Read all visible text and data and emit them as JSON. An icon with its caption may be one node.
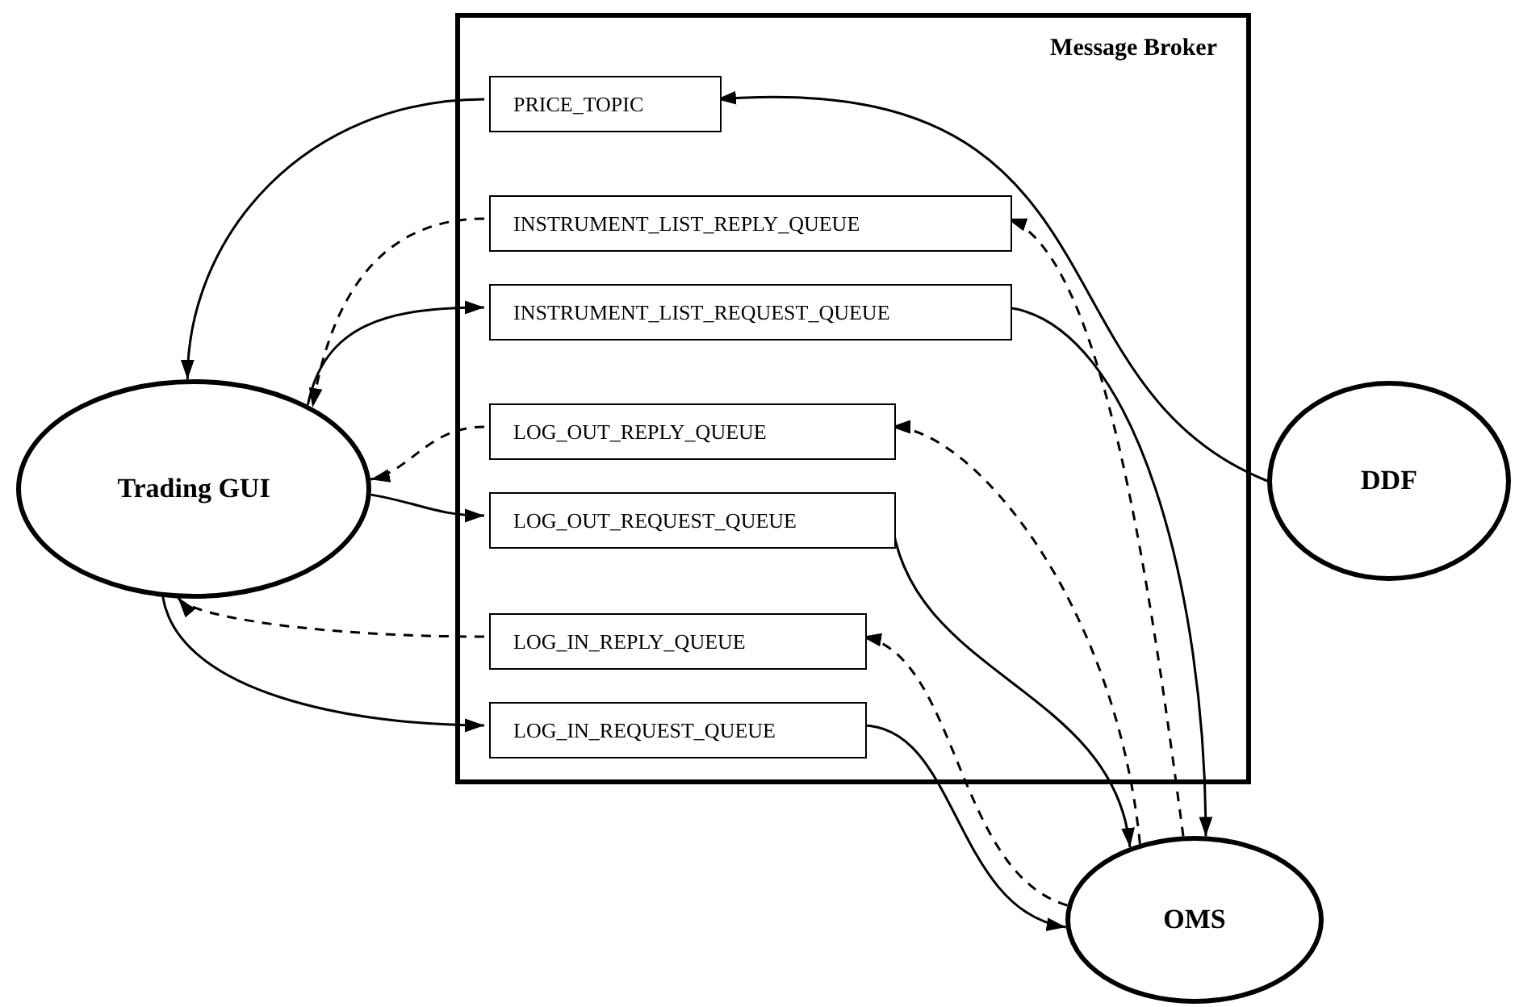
{
  "diagram": {
    "nodes": [
      {
        "text": [
          "Message Broker"
        ]
      },
      {
        "text": [
          "PRICE_TOPIC"
        ],
        "in": 0
      },
      {
        "text": [
          "INSTRUMENT_LIST_REPLY_QUEUE"
        ],
        "in": 0
      },
      {
        "text": [
          "INSTRUMENT_LIST_REQUEST_QUEUE"
        ],
        "in": 0
      },
      {
        "text": [
          "LOG_OUT_REPLY_QUEUE"
        ],
        "in": 0
      },
      {
        "text": [
          "LOG_OUT_REQUEST_QUEUE"
        ],
        "in": 0
      },
      {
        "text": [
          "LOG_IN_REPLY_QUEUE"
        ],
        "in": 0
      },
      {
        "text": [
          "LOG_IN_REQUEST_QUEUE"
        ],
        "in": 0
      },
      {
        "text": [
          "Trading GUI"
        ]
      },
      {
        "text": [
          "DDF"
        ]
      },
      {
        "text": [
          "OMS"
        ]
      }
    ],
    "edges": [
      {
        "from": 9,
        "to": 1,
        "arrow": "to"
      },
      {
        "from": 1,
        "to": 8,
        "arrow": "to"
      },
      {
        "from": 10,
        "to": 2,
        "arrow": "to",
        "style": "dashed"
      },
      {
        "from": 2,
        "to": 8,
        "arrow": "to",
        "style": "dashed"
      },
      {
        "from": 8,
        "to": 3,
        "arrow": "to"
      },
      {
        "from": 3,
        "to": 10,
        "arrow": "to"
      },
      {
        "from": 4,
        "to": 8,
        "arrow": "to",
        "style": "dashed"
      },
      {
        "from": 10,
        "to": 4,
        "arrow": "to",
        "style": "dashed"
      },
      {
        "from": 8,
        "to": 5,
        "arrow": "to"
      },
      {
        "from": 5,
        "to": 10,
        "arrow": "to"
      },
      {
        "from": 6,
        "to": 8,
        "arrow": "to",
        "style": "dashed"
      },
      {
        "from": 10,
        "to": 6,
        "arrow": "to",
        "style": "dashed"
      },
      {
        "from": 8,
        "to": 7,
        "arrow": "to"
      },
      {
        "from": 7,
        "to": 10,
        "arrow": "to"
      }
    ]
  }
}
